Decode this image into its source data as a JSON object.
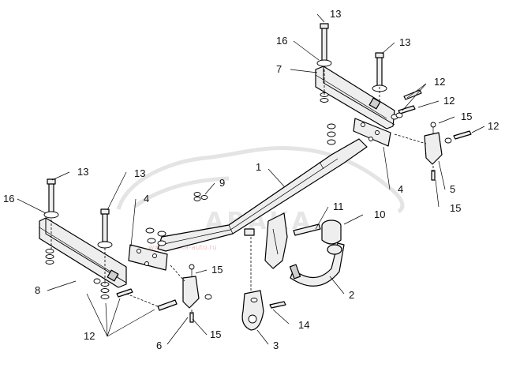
{
  "diagram": {
    "part_labels": [
      "1",
      "2",
      "3",
      "4",
      "4",
      "5",
      "6",
      "7",
      "8",
      "9",
      "10",
      "11",
      "12",
      "12",
      "12",
      "12",
      "13",
      "13",
      "13",
      "13",
      "14",
      "15",
      "15",
      "15",
      "15",
      "16",
      "16"
    ],
    "watermark": {
      "text": "АВАКА",
      "sub_text": "www.avaka-auto.ru"
    }
  }
}
